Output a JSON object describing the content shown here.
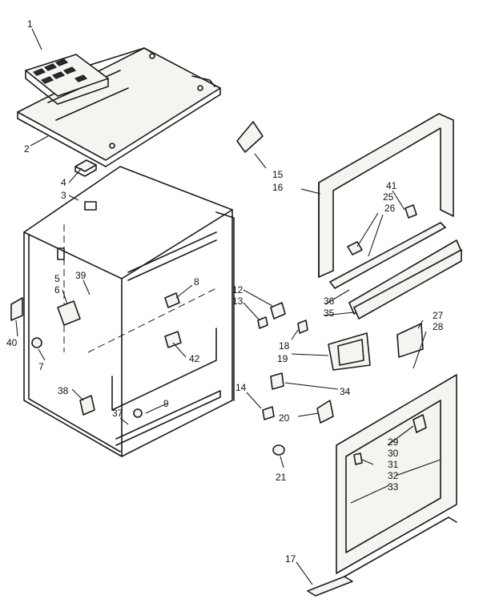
{
  "callouts": {
    "c1": "1",
    "c2": "2",
    "c3": "3",
    "c4": "4",
    "c5": "5",
    "c6": "6",
    "c7": "7",
    "c8": "8",
    "c9": "9",
    "c12": "12",
    "c13": "13",
    "c14": "14",
    "c15": "15",
    "c16": "16",
    "c17": "17",
    "c18": "18",
    "c19": "19",
    "c20": "20",
    "c21": "21",
    "c25": "25",
    "c26": "26",
    "c27": "27",
    "c28": "28",
    "c29": "29",
    "c30": "30",
    "c31": "31",
    "c32": "32",
    "c33": "33",
    "c34": "34",
    "c35": "35",
    "c36": "36",
    "c37": "37",
    "c38": "38",
    "c39": "39",
    "c40": "40",
    "c41": "41",
    "c42": "42"
  },
  "colors": {
    "line": "#1a1a1a",
    "background": "#ffffff"
  }
}
